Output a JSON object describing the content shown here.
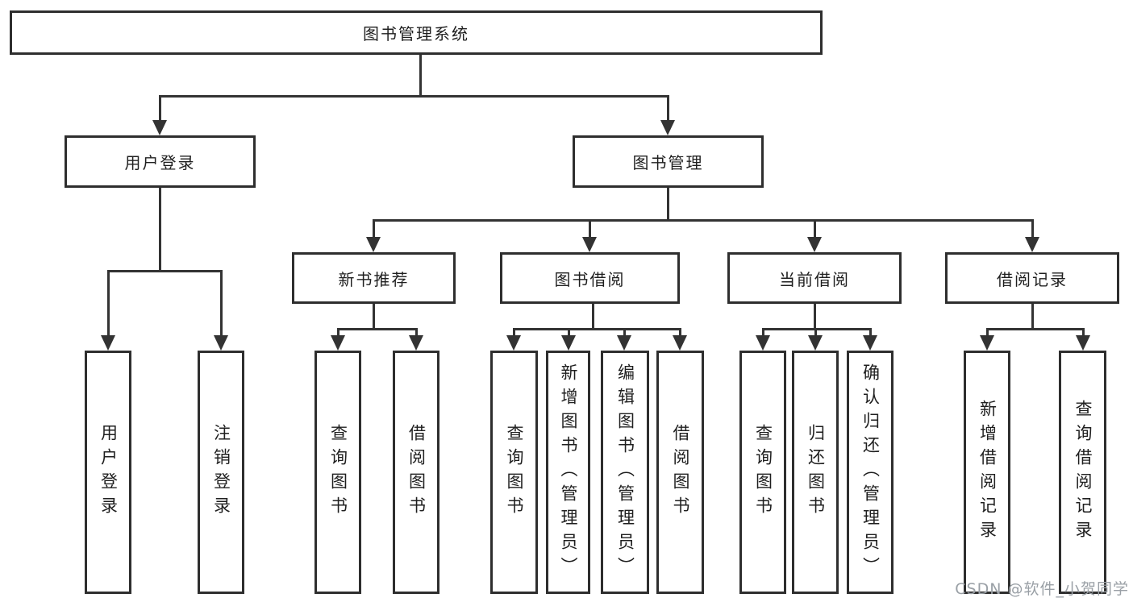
{
  "diagram": {
    "type": "hierarchy-tree",
    "root": {
      "label": "图书管理系统"
    },
    "level2": {
      "user_login": {
        "label": "用户登录"
      },
      "book_mgmt": {
        "label": "图书管理"
      }
    },
    "level3": {
      "new_book_rec": {
        "label": "新书推荐",
        "parent": "图书管理"
      },
      "book_borrow": {
        "label": "图书借阅",
        "parent": "图书管理"
      },
      "current_borrow": {
        "label": "当前借阅",
        "parent": "图书管理"
      },
      "borrow_records": {
        "label": "借阅记录",
        "parent": "图书管理"
      }
    },
    "level4": {
      "ul_login": {
        "label": "用户登录",
        "parent": "用户登录"
      },
      "ul_logout": {
        "label": "注销登录",
        "parent": "用户登录"
      },
      "nbr_query": {
        "label": "查询图书",
        "parent": "新书推荐"
      },
      "nbr_borrow": {
        "label": "借阅图书",
        "parent": "新书推荐"
      },
      "bb_query": {
        "label": "查询图书",
        "parent": "图书借阅"
      },
      "bb_add": {
        "label": "新增图书（管理员）",
        "parent": "图书借阅"
      },
      "bb_edit": {
        "label": "编辑图书（管理员）",
        "parent": "图书借阅"
      },
      "bb_borrow": {
        "label": "借阅图书",
        "parent": "图书借阅"
      },
      "cb_query": {
        "label": "查询图书",
        "parent": "当前借阅"
      },
      "cb_return": {
        "label": "归还图书",
        "parent": "当前借阅"
      },
      "cb_confirm": {
        "label": "确认归还（管理员）",
        "parent": "当前借阅"
      },
      "br_add": {
        "label": "新增借阅记录",
        "parent": "借阅记录"
      },
      "br_query": {
        "label": "查询借阅记录",
        "parent": "借阅记录"
      }
    }
  },
  "watermark": {
    "text": "CSDN @软件_小贺同学"
  },
  "colors": {
    "line": "#333333",
    "box_border": "#2e2e2e",
    "text": "#1f1f1f",
    "background": "#ffffff",
    "watermark": "#9aa0a6"
  }
}
